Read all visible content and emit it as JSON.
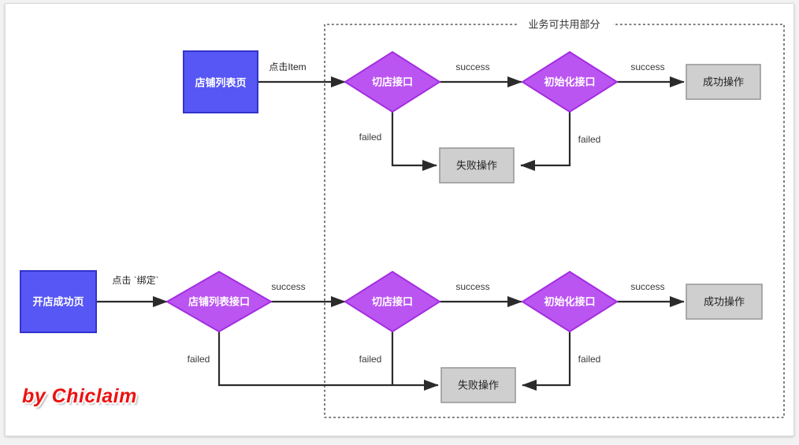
{
  "diagram": {
    "title_group": "业务可共用部分",
    "watermark": "by Chiclaim",
    "colors": {
      "page_bg": "#ffffff",
      "blue_fill": "#5757f5",
      "blue_stroke": "#3333cc",
      "purple_fill": "#bb55f2",
      "purple_stroke": "#a32ee0",
      "gray_fill": "#cfcfcf",
      "gray_stroke": "#9a9a9a",
      "edge": "#2b2b2b",
      "watermark_color": "#ee1111"
    },
    "flows": [
      {
        "id": "flow-top",
        "nodes": [
          {
            "id": "top-start",
            "label": "店铺列表页",
            "shape": "rect",
            "style": "blue"
          },
          {
            "id": "top-switch",
            "label": "切店接口",
            "shape": "diamond",
            "style": "purple"
          },
          {
            "id": "top-init",
            "label": "初始化接口",
            "shape": "diamond",
            "style": "purple"
          },
          {
            "id": "top-success",
            "label": "成功操作",
            "shape": "rect",
            "style": "gray"
          },
          {
            "id": "top-fail",
            "label": "失败操作",
            "shape": "rect",
            "style": "gray"
          }
        ],
        "edges": [
          {
            "from": "top-start",
            "to": "top-switch",
            "label": "点击Item",
            "lang": "cjk"
          },
          {
            "from": "top-switch",
            "to": "top-init",
            "label": "success",
            "lang": "en"
          },
          {
            "from": "top-init",
            "to": "top-success",
            "label": "success",
            "lang": "en"
          },
          {
            "from": "top-switch",
            "to": "top-fail",
            "label": "failed",
            "lang": "en"
          },
          {
            "from": "top-init",
            "to": "top-fail",
            "label": "failed",
            "lang": "en"
          }
        ]
      },
      {
        "id": "flow-bottom",
        "nodes": [
          {
            "id": "bot-start",
            "label": "开店成功页",
            "shape": "rect",
            "style": "blue"
          },
          {
            "id": "bot-list",
            "label": "店铺列表接口",
            "shape": "diamond",
            "style": "purple"
          },
          {
            "id": "bot-switch",
            "label": "切店接口",
            "shape": "diamond",
            "style": "purple"
          },
          {
            "id": "bot-init",
            "label": "初始化接口",
            "shape": "diamond",
            "style": "purple"
          },
          {
            "id": "bot-success",
            "label": "成功操作",
            "shape": "rect",
            "style": "gray"
          },
          {
            "id": "bot-fail",
            "label": "失败操作",
            "shape": "rect",
            "style": "gray"
          }
        ],
        "edges": [
          {
            "from": "bot-start",
            "to": "bot-list",
            "label": "点击 `绑定`",
            "lang": "cjk"
          },
          {
            "from": "bot-list",
            "to": "bot-switch",
            "label": "success",
            "lang": "en"
          },
          {
            "from": "bot-switch",
            "to": "bot-init",
            "label": "success",
            "lang": "en"
          },
          {
            "from": "bot-init",
            "to": "bot-success",
            "label": "success",
            "lang": "en"
          },
          {
            "from": "bot-list",
            "to": "bot-fail",
            "label": "failed",
            "lang": "en"
          },
          {
            "from": "bot-switch",
            "to": "bot-fail",
            "label": "failed",
            "lang": "en"
          },
          {
            "from": "bot-init",
            "to": "bot-fail",
            "label": "failed",
            "lang": "en"
          }
        ]
      }
    ],
    "labels": {
      "top_click_item": "点击Item",
      "top_success_1": "success",
      "top_success_2": "success",
      "top_failed_1": "failed",
      "top_failed_2": "failed",
      "bot_click_bind": "点击 `绑定`",
      "bot_success_1": "success",
      "bot_success_2": "success",
      "bot_success_3": "success",
      "bot_failed_1": "failed",
      "bot_failed_2": "failed",
      "bot_failed_3": "failed"
    },
    "node_text": {
      "top_start": "店铺列表页",
      "top_switch": "切店接口",
      "top_init": "初始化接口",
      "top_success": "成功操作",
      "top_fail": "失败操作",
      "bot_start": "开店成功页",
      "bot_list": "店铺列表接口",
      "bot_switch": "切店接口",
      "bot_init": "初始化接口",
      "bot_success": "成功操作",
      "bot_fail": "失败操作"
    }
  }
}
